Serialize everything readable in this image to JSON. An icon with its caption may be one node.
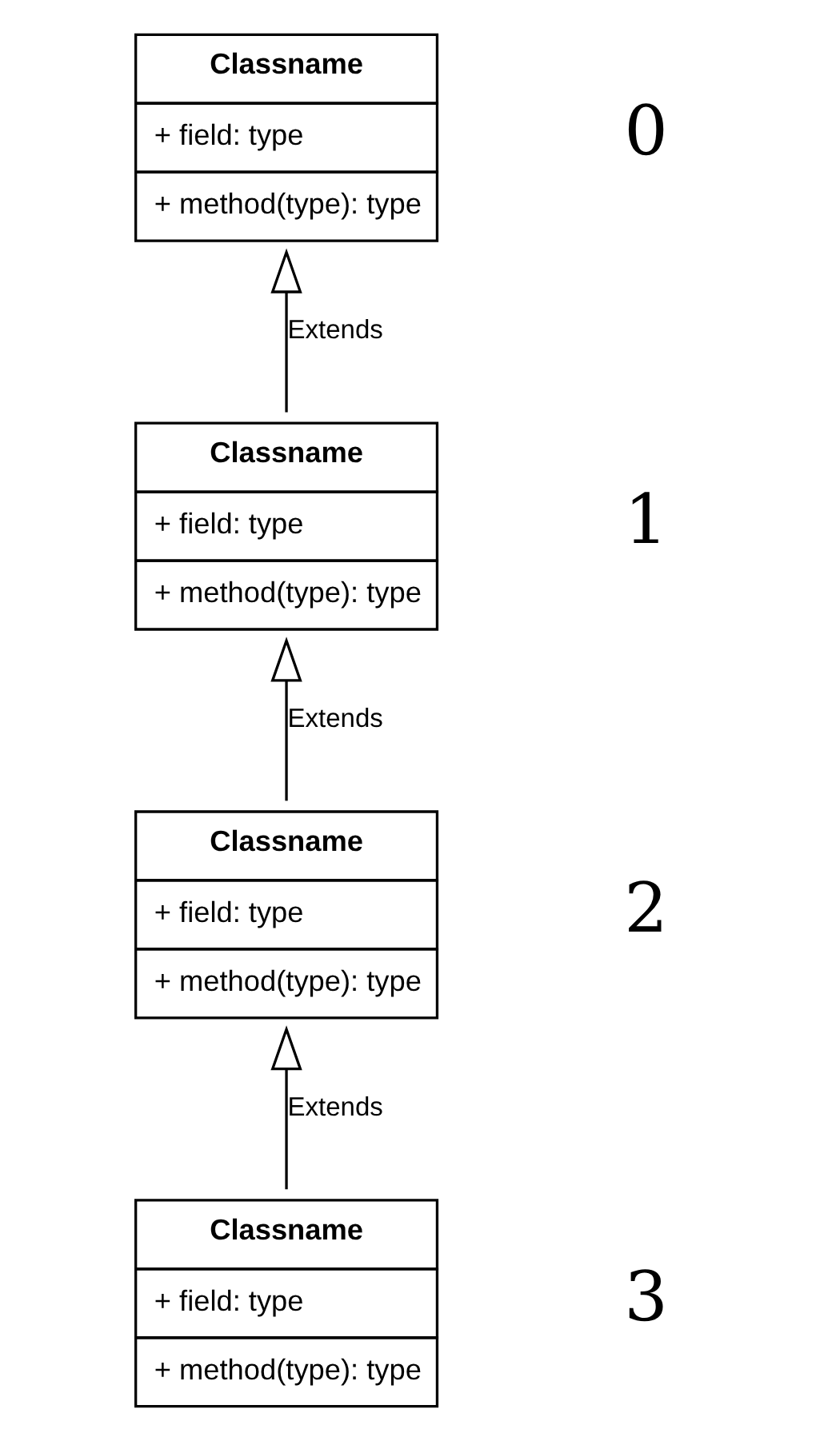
{
  "diagram": {
    "nodes": [
      {
        "text": [
          "Classname",
          "+ field: type",
          "+ method(type): type"
        ],
        "beside": [
          "0"
        ]
      },
      {
        "text": [
          "Classname",
          "+ field: type",
          "+ method(type): type"
        ],
        "beside": [
          "1"
        ]
      },
      {
        "text": [
          "Classname",
          "+ field: type",
          "+ method(type): type"
        ],
        "beside": [
          "2"
        ]
      },
      {
        "text": [
          "Classname",
          "+ field: type",
          "+ method(type): type"
        ],
        "beside": [
          "3"
        ]
      }
    ],
    "edges": [
      {
        "from": 1,
        "to": 0,
        "arrow": "to",
        "label": "Extends"
      },
      {
        "from": 2,
        "to": 1,
        "arrow": "to",
        "label": "Extends"
      },
      {
        "from": 3,
        "to": 2,
        "arrow": "to",
        "label": "Extends"
      }
    ]
  }
}
